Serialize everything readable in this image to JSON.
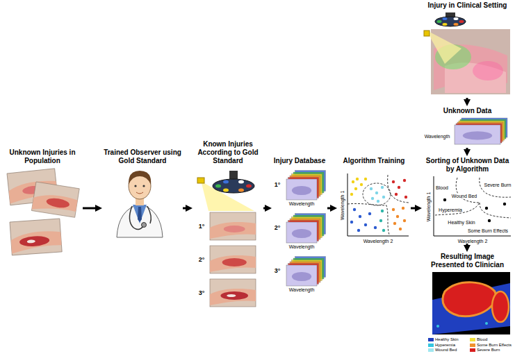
{
  "diagram": {
    "nodes": [
      {
        "text": [
          "Unknown Injuries in Population"
        ]
      },
      {
        "text": [
          "Trained Observer using Gold Standard"
        ]
      },
      {
        "text": [
          "Known Injuries According to Gold Standard"
        ]
      },
      {
        "text": [
          "Injury Database"
        ]
      },
      {
        "text": [
          "Algorithm Training"
        ]
      },
      {
        "text": [
          "Injury in Clinical Setting"
        ]
      },
      {
        "text": [
          "Unknown Data"
        ]
      },
      {
        "text": [
          "Sorting of Unknown Data by Algorithm"
        ]
      },
      {
        "text": [
          "Resulting Image Presented to Clinician"
        ]
      }
    ],
    "edges": [
      {
        "from": 0,
        "to": 1,
        "arrow": "to"
      },
      {
        "from": 1,
        "to": 2,
        "arrow": "to"
      },
      {
        "from": 2,
        "to": 3,
        "arrow": "to"
      },
      {
        "from": 3,
        "to": 4,
        "arrow": "to"
      },
      {
        "from": 4,
        "to": 7,
        "arrow": "to"
      },
      {
        "from": 5,
        "to": 6,
        "arrow": "to"
      },
      {
        "from": 6,
        "to": 7,
        "arrow": "to"
      },
      {
        "from": 7,
        "to": 8,
        "arrow": "to"
      }
    ],
    "labels": [
      "1°",
      "2°",
      "3°",
      "1°",
      "Wavelength",
      "2°",
      "Wavelength",
      "3°",
      "Wavelength",
      "Wavelength 1",
      "Wavelength 2",
      "Wavelength",
      "Wavelength 1",
      "Blood",
      "Wound Bed",
      "Severe Burn",
      "Hyperemia",
      "Healthy Skin",
      "Some Burn Effects",
      "Wavelength 2"
    ],
    "legend": [
      {
        "text": "Healthy Skin",
        "color": "#1f3fbf"
      },
      {
        "text": "Blood",
        "color": "#f2e03a"
      },
      {
        "text": "Hyperemia",
        "color": "#36c6e0"
      },
      {
        "text": "Some Burn Effects",
        "color": "#f0922e"
      },
      {
        "text": "Wound Bed",
        "color": "#9fe7f0"
      },
      {
        "text": "Severe Burn",
        "color": "#d81e1e"
      }
    ]
  }
}
